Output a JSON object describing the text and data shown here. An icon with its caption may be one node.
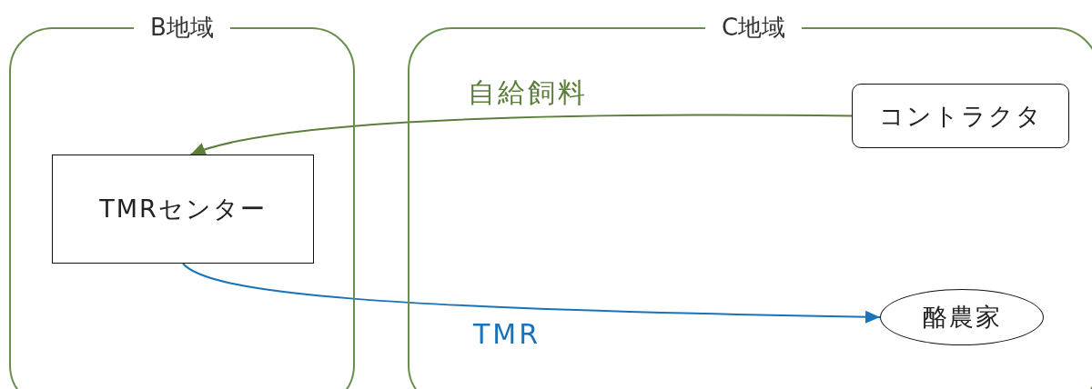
{
  "diagram": {
    "nodes": [
      {
        "text": [
          "B地域"
        ]
      },
      {
        "text": [
          "C地域"
        ]
      },
      {
        "text": [
          "TMRセンター"
        ],
        "in": 0
      },
      {
        "text": [
          "コントラクタ"
        ],
        "in": 1
      },
      {
        "text": [
          "酪農家"
        ],
        "in": 1
      }
    ],
    "edges": [
      {
        "from": 3,
        "to": 2,
        "arrow": "to",
        "label": "自給飼料",
        "color": "#5b7f3a"
      },
      {
        "from": 2,
        "to": 4,
        "arrow": "to",
        "label": "TMR",
        "color": "#1a72ba"
      }
    ]
  }
}
